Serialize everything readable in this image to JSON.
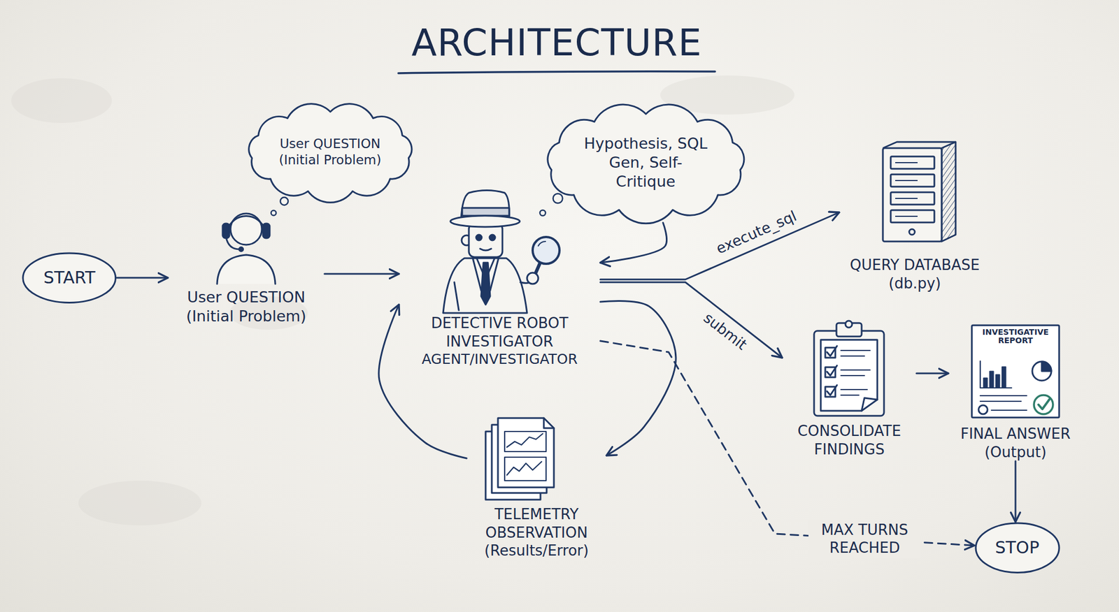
{
  "diagram": {
    "title": "ARCHITECTURE",
    "nodes": [
      {
        "text": [
          "START"
        ]
      },
      {
        "text": [
          "User QUESTION (Initial Problem)"
        ]
      },
      {
        "text": [
          "User QUESTION (Initial Problem)"
        ]
      },
      {
        "text": [
          "Hypothesis, SQL Gen, Self-Critique"
        ]
      },
      {
        "text": [
          "DETECTIVE ROBOT INVESTIGATOR",
          "AGENT/INVESTIGATOR"
        ]
      },
      {
        "text": [
          "QUERY DATABASE (db.py)"
        ]
      },
      {
        "text": [
          "CONSOLIDATE FINDINGS"
        ]
      },
      {
        "text": [
          "INVESTIGATIVE REPORT",
          "FINAL ANSWER (Output)"
        ]
      },
      {
        "text": [
          "TELEMETRY OBSERVATION (Results/Error)"
        ]
      },
      {
        "text": [
          "STOP"
        ]
      }
    ],
    "edges": [
      {
        "from": 0,
        "to": 2,
        "arrow": "to"
      },
      {
        "from": 2,
        "to": 4,
        "arrow": "to"
      },
      {
        "from": 3,
        "to": 4,
        "arrow": "to"
      },
      {
        "from": 4,
        "to": 5,
        "arrow": "to",
        "label": "execute_sql"
      },
      {
        "from": 4,
        "to": 6,
        "arrow": "to",
        "label": "submit"
      },
      {
        "from": 4,
        "to": 8,
        "arrow": "to"
      },
      {
        "from": 8,
        "to": 4,
        "arrow": "to"
      },
      {
        "from": 6,
        "to": 7,
        "arrow": "to"
      },
      {
        "from": 7,
        "to": 9,
        "arrow": "to"
      },
      {
        "from": 4,
        "to": 9,
        "arrow": "to",
        "label": "MAX TURNS REACHED"
      }
    ]
  }
}
